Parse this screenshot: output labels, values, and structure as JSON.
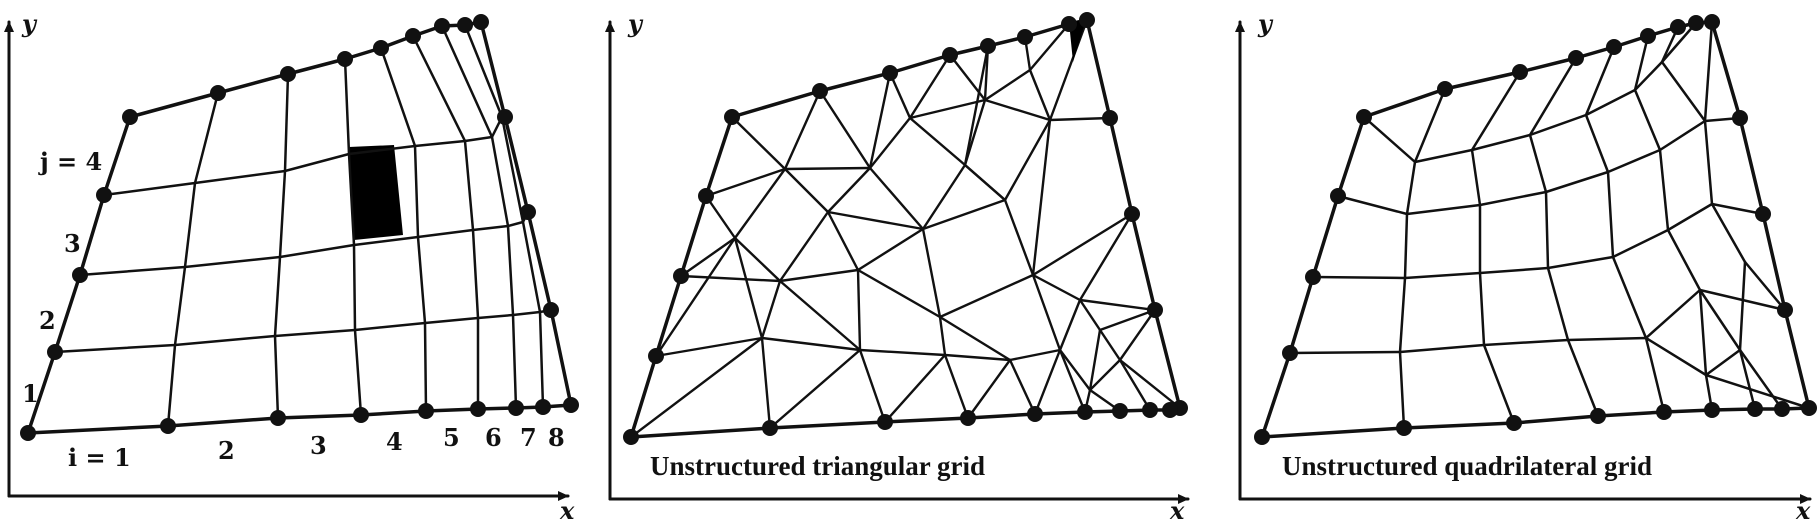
{
  "panels": [
    {
      "x_label": "x",
      "y_label": "y",
      "i_labels": [
        "i = 1",
        "2",
        "3",
        "4",
        "5",
        "6",
        "7",
        "8"
      ],
      "j_labels": [
        "1",
        "2",
        "3",
        "j = 4"
      ]
    },
    {
      "x_label": "x",
      "y_label": "y",
      "caption": "Unstructured triangular grid"
    },
    {
      "x_label": "x",
      "y_label": "y",
      "caption": "Unstructured quadrilateral grid"
    }
  ],
  "colors": {
    "ink": "#111111",
    "cell_fill": "#000000"
  }
}
